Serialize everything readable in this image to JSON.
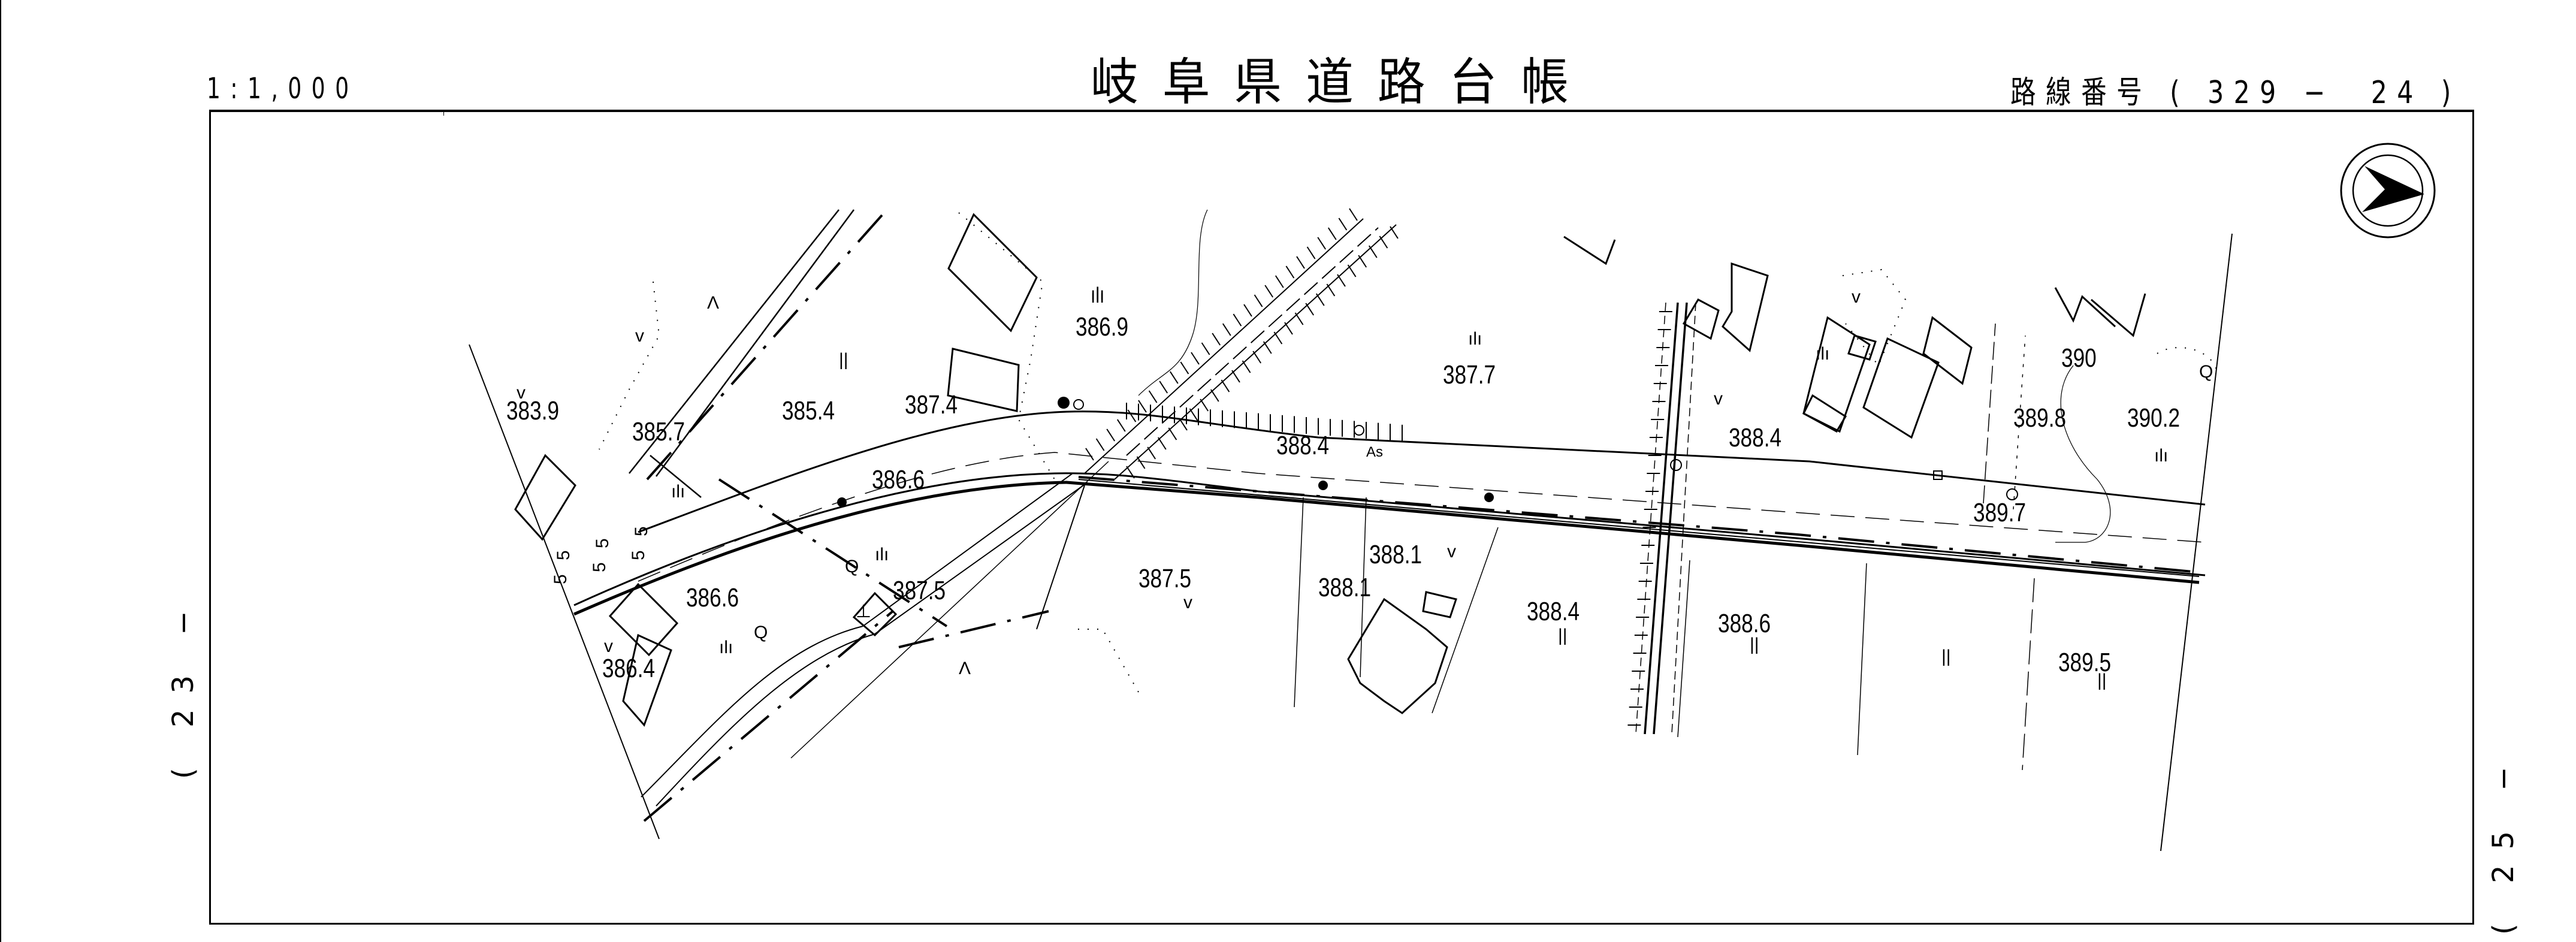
{
  "header": {
    "title": "岐阜県道路台帳",
    "scale": "1:1,000",
    "route_number_label": "路線番号",
    "route_number": "( 329 −  24 )",
    "prev_sheet": "( 23 −",
    "next_sheet": "( 25 −"
  },
  "compass": {
    "icon": "north-arrow-icon",
    "direction": "right"
  },
  "map": {
    "elevation_points": [
      {
        "id": "e1",
        "value": "383.9"
      },
      {
        "id": "e2",
        "value": "385.7"
      },
      {
        "id": "e3",
        "value": "385.4"
      },
      {
        "id": "e4",
        "value": "387.4"
      },
      {
        "id": "e5",
        "value": "386.9"
      },
      {
        "id": "e6",
        "value": "387.7"
      },
      {
        "id": "e7",
        "value": "386.6"
      },
      {
        "id": "e8",
        "value": "388.4"
      },
      {
        "id": "e9",
        "value": "386.6"
      },
      {
        "id": "e10",
        "value": "387.5"
      },
      {
        "id": "e11",
        "value": "386.4"
      },
      {
        "id": "e12",
        "value": "387.5"
      },
      {
        "id": "e13",
        "value": "388.1"
      },
      {
        "id": "e14",
        "value": "388.1"
      },
      {
        "id": "e15",
        "value": "388.4"
      },
      {
        "id": "e16",
        "value": "388.6"
      },
      {
        "id": "e17",
        "value": "388.4"
      },
      {
        "id": "e18",
        "value": "389.8"
      },
      {
        "id": "e19",
        "value": "390.2"
      },
      {
        "id": "e20",
        "value": "390"
      },
      {
        "id": "e21",
        "value": "389.7"
      },
      {
        "id": "e22",
        "value": "389.5"
      }
    ],
    "surface_label": "As",
    "width_marks": [
      "5",
      "5",
      "5",
      "5",
      "5",
      "5"
    ],
    "land_symbols": {
      "field": "ılı",
      "rice_paddy": "||",
      "grass": "v",
      "tree": "Q",
      "shrine_mark": "⊥",
      "wasteland": "Λ"
    }
  }
}
